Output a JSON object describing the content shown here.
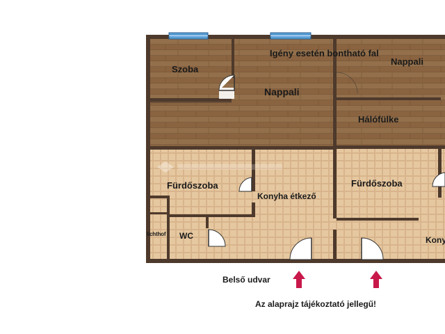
{
  "rooms": {
    "szoba": "Szoba",
    "nappali_left": "Nappali",
    "nappali_right": "Nappali",
    "wall_note": "Igény esetén bontható fal",
    "halofulke": "Hálófülke",
    "furdoszoba_left": "Fürdőszoba",
    "furdoszoba_right": "Fürdőszoba",
    "konyha": "Konyha étkező",
    "konyha_partial": "Kony",
    "lichthof": "lichthof",
    "wc": "WC"
  },
  "notes": {
    "inner_courtyard": "Belső udvar",
    "disclaimer": "Az alaprajz tájékoztató jellegű!"
  },
  "colors": {
    "wood": "#8b6540",
    "tile": "#e3c29a",
    "wall": "#4e3a2c",
    "window": "#5b9fd6",
    "arrow": "#c8184a"
  }
}
